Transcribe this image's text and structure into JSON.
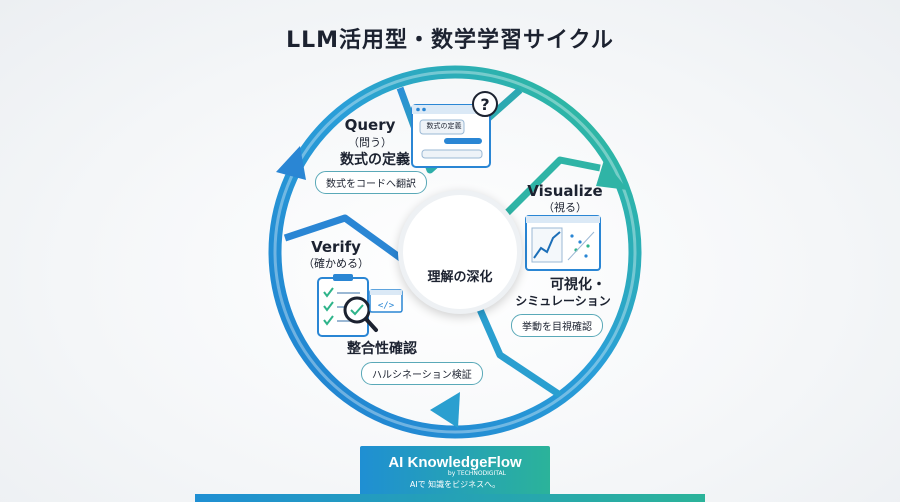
{
  "title": "LLM活用型・数学学習サイクル",
  "center": {
    "label": "理解の深化"
  },
  "steps": {
    "query": {
      "en": "Query",
      "sub": "（問う）",
      "jp": "数式の定義",
      "pill": "数式をコードへ翻訳",
      "bubble": "数式の定義"
    },
    "visualize": {
      "en": "Visualize",
      "sub": "（視る）",
      "jp1": "可視化・",
      "jp2": "シミュレーション",
      "pill": "挙動を目視確認"
    },
    "verify": {
      "en": "Verify",
      "sub": "（確かめる）",
      "jp": "整合性確認",
      "pill": "ハルシネーション検証"
    }
  },
  "footer": {
    "brand": "AI KnowledgeFlow",
    "by": "by TECHNODIGITAL",
    "tagline": "AIで 知識をビジネスへ。"
  },
  "colors": {
    "blue": "#1f8fd3",
    "teal": "#2bb39a",
    "text": "#1c2230"
  },
  "icons": [
    "brain-icon",
    "trend-arrow-icon",
    "chat-window-icon",
    "question-icon",
    "chart-icon",
    "checklist-icon",
    "magnifier-icon",
    "code-icon"
  ]
}
